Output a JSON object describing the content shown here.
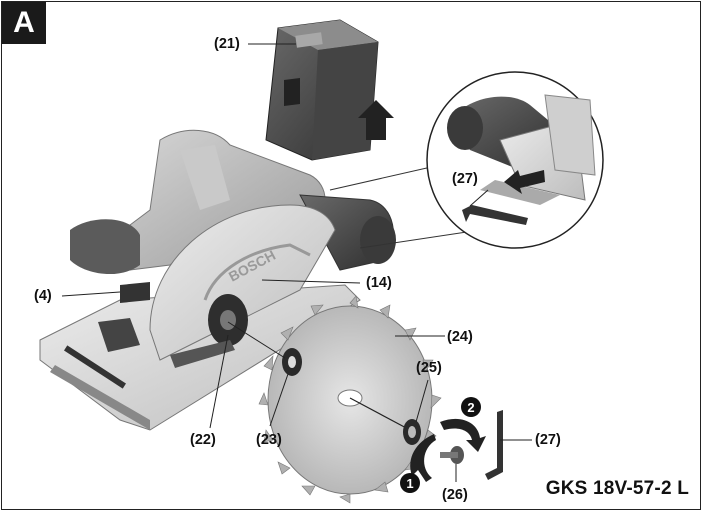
{
  "figure": {
    "letter": "A"
  },
  "callouts": {
    "c21": "(21)",
    "c27_inset": "(27)",
    "c4": "(4)",
    "c14": "(14)",
    "c24": "(24)",
    "c25": "(25)",
    "c22": "(22)",
    "c23": "(23)",
    "c27": "(27)",
    "c26": "(26)"
  },
  "steps": {
    "step1": "1",
    "step2": "2"
  },
  "brand": "BOSCH",
  "model": "GKS 18V-57-2 L"
}
